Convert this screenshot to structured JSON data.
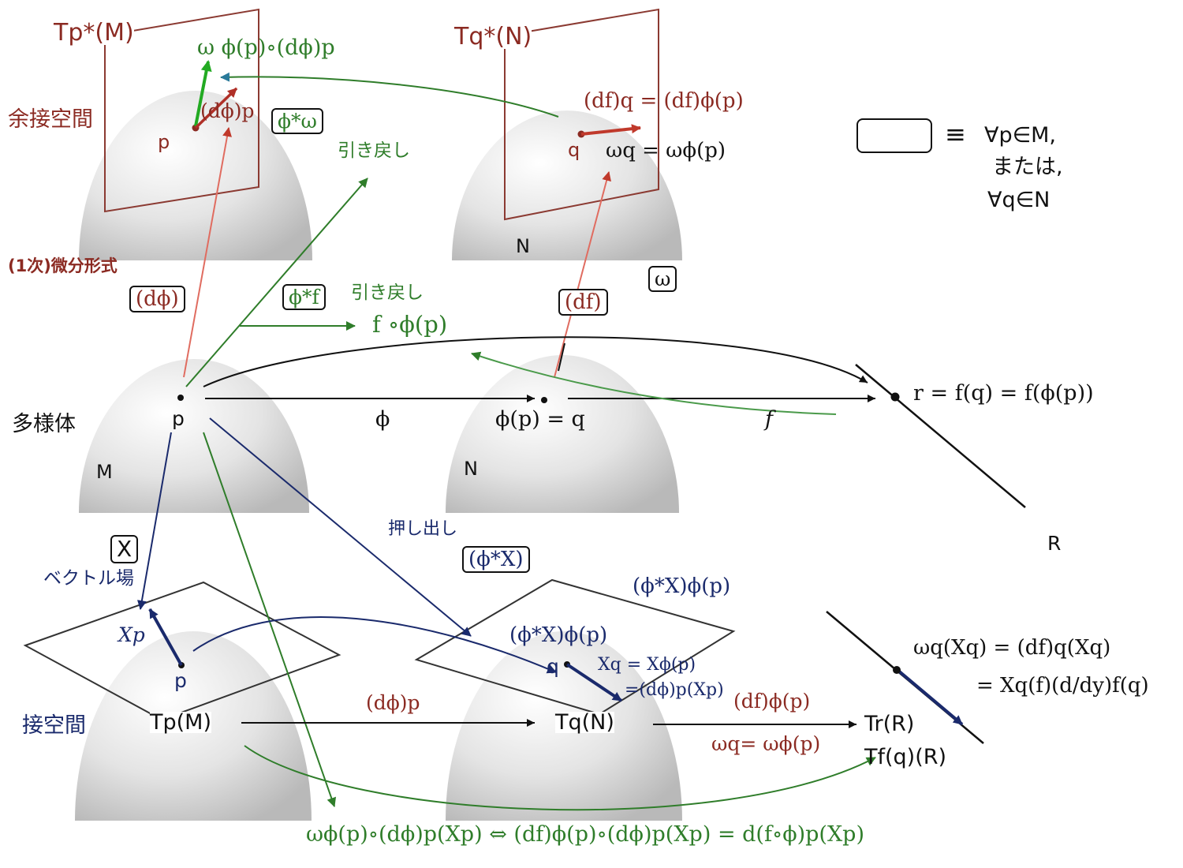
{
  "colors": {
    "red": "#8b2a22",
    "green": "#2f7d2a",
    "blue": "#1a2a6c",
    "black": "#111111",
    "hemisphere": "#e6e6e6"
  },
  "section_labels": {
    "cotangent_space": "余接空間",
    "manifold": "多様体",
    "tangent_space": "接空間",
    "one_form": "(1次)微分形式"
  },
  "planes": {
    "tpm_star": "Tp*(M)",
    "tqn_star": "Tq*(N)"
  },
  "points": {
    "p_top": "p",
    "q_top": "q",
    "p_mid": "p",
    "p_bottom": "p",
    "q_bottom": "q"
  },
  "manifold_names": {
    "N_top": "N",
    "M": "M",
    "N_mid": "N",
    "R": "R"
  },
  "top_labels": {
    "omega_pullback": "ω ϕ(p)∘(dϕ)p",
    "dphi_p": "(dϕ)p",
    "phi_star_omega": "ϕ*ω",
    "pullback1": "引き戻し",
    "df_q": "(df)q = (df)ϕ(p)",
    "omega_q": "ωq = ωϕ(p)"
  },
  "legend": {
    "equiv": "≡",
    "forall_p": "∀p∈M,",
    "or": "または,",
    "forall_q": "∀q∈N"
  },
  "middle_labels": {
    "dphi_box": "(dϕ)",
    "phi_star_f": "ϕ*f",
    "pullback2": "引き戻し",
    "f_circ_phi": "f ∘ϕ(p)",
    "df_box": "(df)",
    "omega_box": "ω",
    "phi": "ϕ",
    "phi_p_eq_q": "ϕ(p) = q",
    "f": "f",
    "r_eq": "r = f(q) = f(ϕ(p))"
  },
  "lower_labels": {
    "X_box": "X",
    "vector_field": "ベクトル場",
    "pushforward": "押し出し",
    "phi_star_X_box": "(ϕ*X)",
    "phi_star_X_phi_p_1": "(ϕ*X)ϕ(p)",
    "phi_star_X_phi_p_2": "(ϕ*X)ϕ(p)",
    "Xp": "Xp",
    "Xq_eq": "Xq = Xϕ(p)",
    "Xq_eq2": "=(dϕ)p(Xp)",
    "dphi_p_arrow": "(dϕ)p",
    "Tp_M": "Tp(M)",
    "Tq_N": "Tq(N)",
    "df_phi_p": "(df)ϕ(p)",
    "omega_q_eq": "ωq= ωϕ(p)",
    "Tr_R": "Tr(R)",
    "Tfq_R": "Tf(q)(R)",
    "omega_q_Xq": "ωq(Xq) = (df)q(Xq)",
    "eq_line2": "= Xq(f)(d/dy)f(q)"
  },
  "bottom_formula": "ωϕ(p)∘(dϕ)p(Xp) ⇔ (df)ϕ(p)∘(dϕ)p(Xp) = d(f∘ϕ)p(Xp)"
}
